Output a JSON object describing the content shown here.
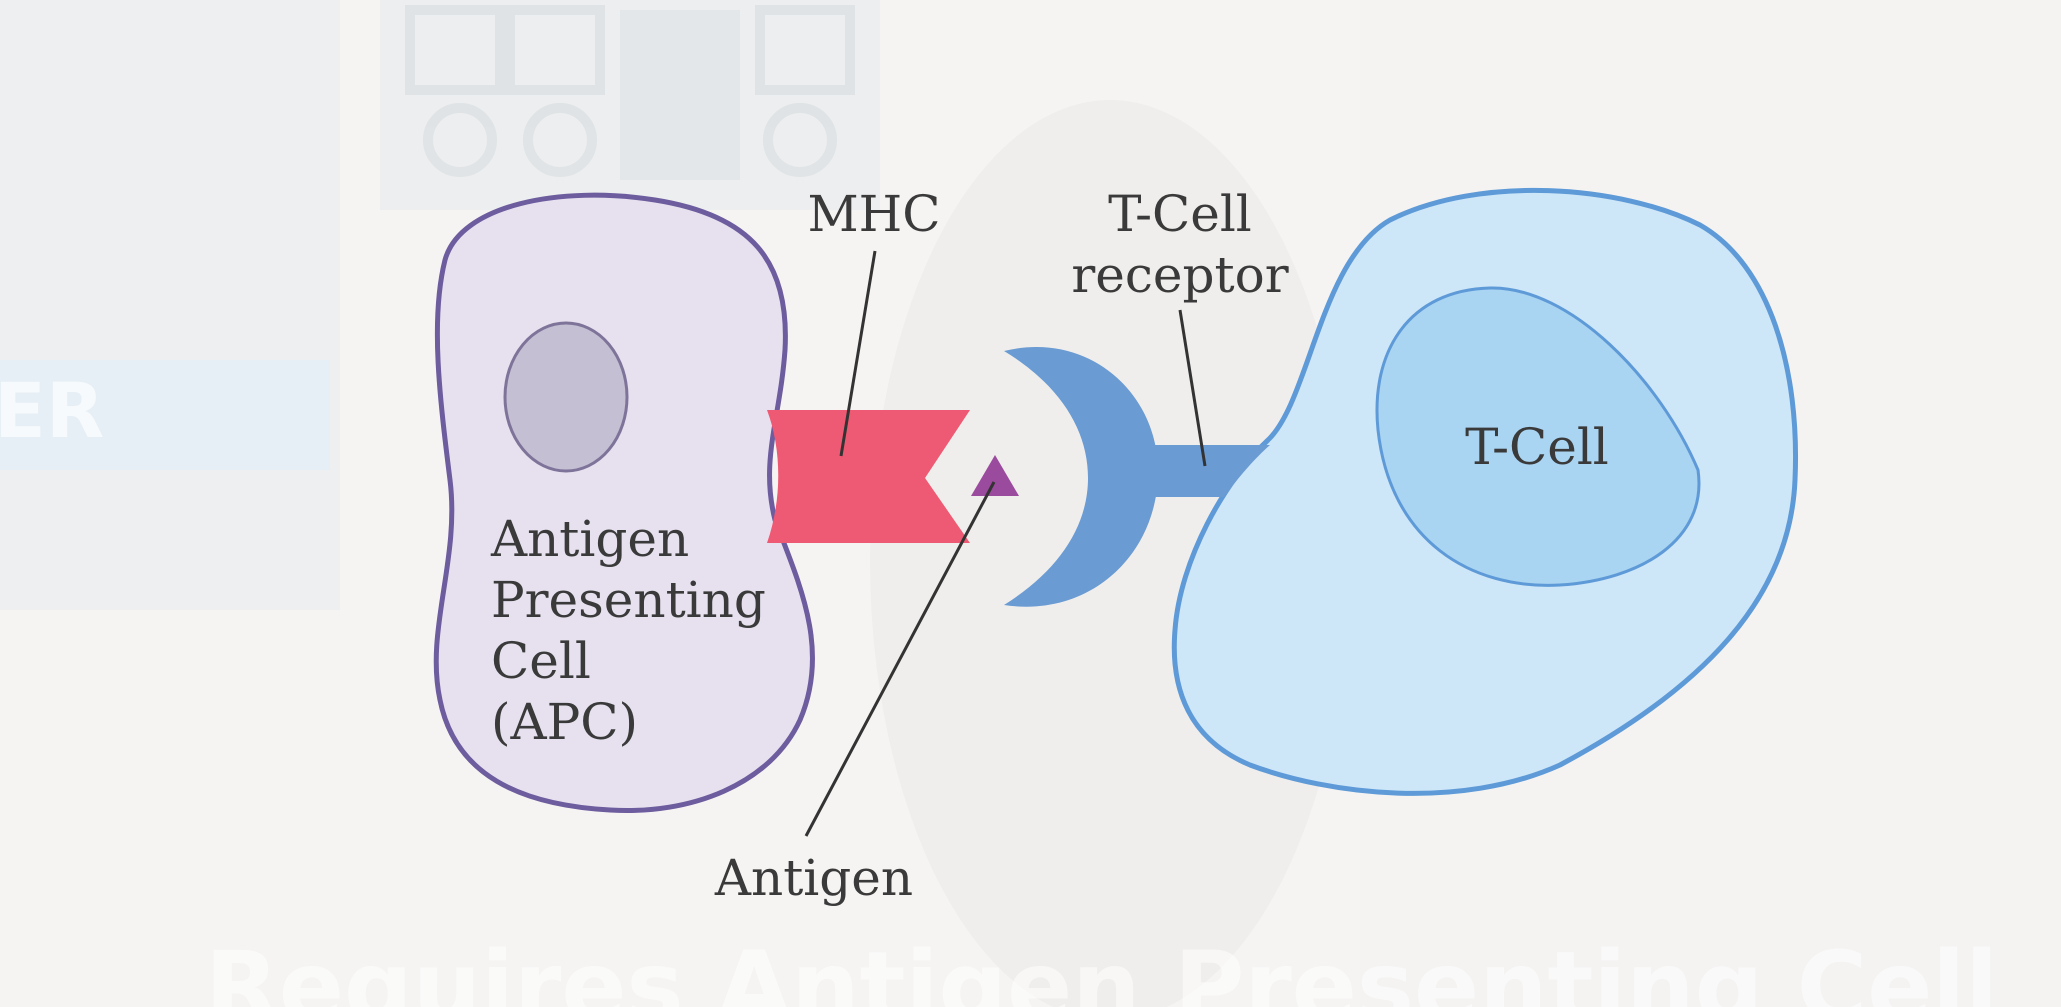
{
  "labels": {
    "mhc": "MHC",
    "tcell_receptor_line1": "T-Cell",
    "tcell_receptor_line2": "receptor",
    "tcell": "T-Cell",
    "apc_line1": "Antigen",
    "apc_line2": "Presenting",
    "apc_line3": "Cell",
    "apc_line4": "(APC)",
    "antigen": "Antigen"
  },
  "background": {
    "caption": "Requires Antigen Presenting Cell",
    "corner_text": "ER"
  },
  "colors": {
    "background": "#f6f4f3",
    "apc_fill": "#e7e1ef",
    "apc_stroke": "#6d5c9e",
    "apc_nucleus_fill": "#c5bfd3",
    "apc_nucleus_stroke": "#7e749a",
    "mhc": "#ee5a73",
    "antigen": "#9b4b9e",
    "receptor": "#6a9bd3",
    "tcell_fill": "#cde6f8",
    "tcell_stroke": "#5e9ad7",
    "tcell_nucleus_fill": "#a9d4f2",
    "tcell_nucleus_stroke": "#5e9ad7",
    "label_text": "#3a3a3a",
    "leader_line": "#333333"
  }
}
